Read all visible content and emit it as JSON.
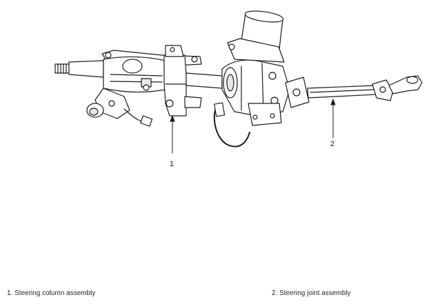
{
  "callouts": [
    {
      "number": "1"
    },
    {
      "number": "2"
    }
  ],
  "legend": [
    {
      "text": "1. Steering column assembly"
    },
    {
      "text": "2. Steering joint assembly"
    }
  ],
  "colors": {
    "line": "#1a1a1a",
    "fill": "#ffffff",
    "shade": "#e6e6e6"
  }
}
